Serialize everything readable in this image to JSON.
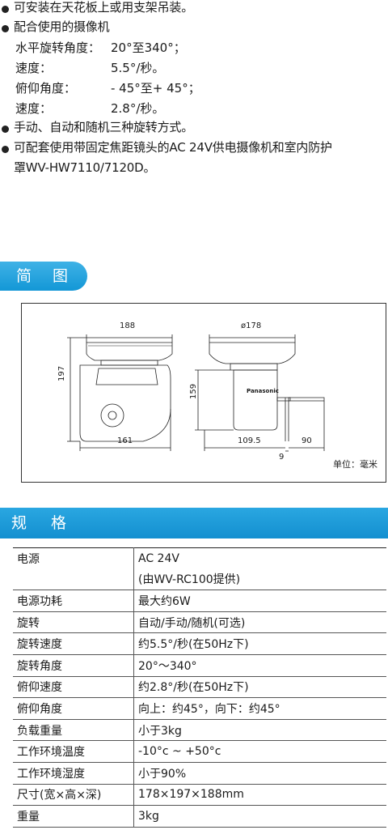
{
  "features": [
    "可安装在天花板上或用支架吊装。",
    "配合使用的摄像机",
    "手动、自动和随机三种旋转方式。",
    "可配套使用带固定焦距镜头的AC 24V供电摄像机和室内防护",
    "罩WV-HW7110/7120D。"
  ],
  "rotation_details": [
    {
      "label": "水平旋转角度：",
      "value": "20°至340°；"
    },
    {
      "label": "速度：",
      "value": "5.5°/秒。"
    },
    {
      "label": "俯仰角度：",
      "value": "- 45°至+ 45°；"
    },
    {
      "label": "速度：",
      "value": "2.8°/秒。"
    }
  ],
  "diagram_section": {
    "title": "简 图",
    "unit_label": "单位：毫米",
    "dims": {
      "top_width": "188",
      "height": "197",
      "base_width": "161",
      "diameter": "ø178",
      "side_height": "159",
      "depth_a": "109.5",
      "depth_b": "90",
      "offset": "9",
      "brand": "Panasonic"
    }
  },
  "spec_section": {
    "title": "规 格",
    "rows": [
      {
        "key": "电源",
        "value": "AC 24V"
      },
      {
        "key": "",
        "value": "(由WV-RC100提供)"
      },
      {
        "key": "电源功耗",
        "value": "最大约6W"
      },
      {
        "key": "旋转",
        "value": "自动/手动/随机(可选)"
      },
      {
        "key": "旋转速度",
        "value": "约5.5°/秒(在50Hz下)"
      },
      {
        "key": "旋转角度",
        "value": "20°～340°"
      },
      {
        "key": "俯仰速度",
        "value": "约2.8°/秒(在50Hz下)"
      },
      {
        "key": "俯仰角度",
        "value": "向上：约45°，向下：约45°"
      },
      {
        "key": "负载重量",
        "value": "小于3kg"
      },
      {
        "key": "工作环境温度",
        "value": "-10°c ~ +50°c"
      },
      {
        "key": "工作环境湿度",
        "value": "小于90%"
      },
      {
        "key": "尺寸(宽×高×深)",
        "value": "178×197×188mm"
      },
      {
        "key": "重量",
        "value": "3kg"
      }
    ]
  }
}
